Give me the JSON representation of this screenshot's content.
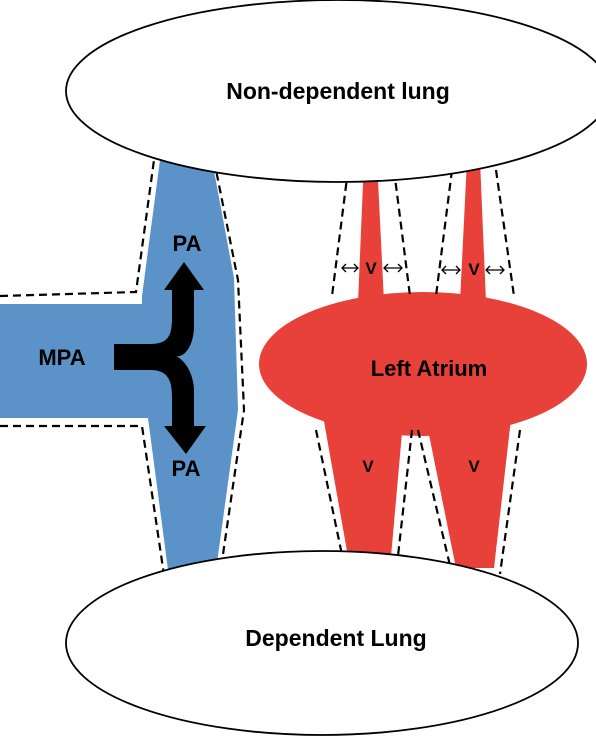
{
  "lungs": {
    "top_label": "Non-dependent lung",
    "bottom_label": "Dependent Lung"
  },
  "arteries": {
    "main_label": "MPA",
    "upper_branch_label": "PA",
    "lower_branch_label": "PA"
  },
  "atrium": {
    "label": "Left Atrium"
  },
  "veins": {
    "upper_left_label": "V",
    "upper_right_label": "V",
    "lower_left_label": "V",
    "lower_right_label": "V"
  },
  "colors": {
    "artery_blue": "#5b93c9",
    "vein_red": "#e8413a",
    "outline": "#000000",
    "background": "#ffffff"
  }
}
